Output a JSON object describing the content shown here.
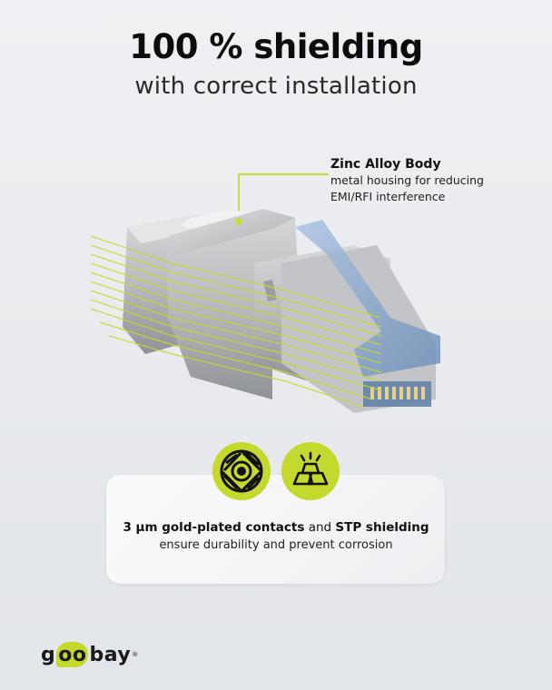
{
  "header": {
    "title": "100 % shielding",
    "subtitle": "with correct installation"
  },
  "callout": {
    "title": "Zinc Alloy Body",
    "desc_line1": "metal housing for reducing",
    "desc_line2": "EMI/RFI interference"
  },
  "features": {
    "icons": [
      {
        "name": "shielding-icon",
        "label": "STP shielding"
      },
      {
        "name": "gold-bars-icon",
        "label": "gold-plated contacts"
      }
    ],
    "line1_bold_a": "3 µm gold-plated contacts",
    "line1_normal": " and ",
    "line1_bold_b": "STP shielding",
    "line2": "ensure durability and prevent corrosion"
  },
  "brand": {
    "prefix": "g",
    "highlight": "oo",
    "suffix": "bay",
    "reg": "®"
  },
  "colors": {
    "accent": "#c4d82e",
    "background": "#eceef1",
    "text": "#111111"
  }
}
